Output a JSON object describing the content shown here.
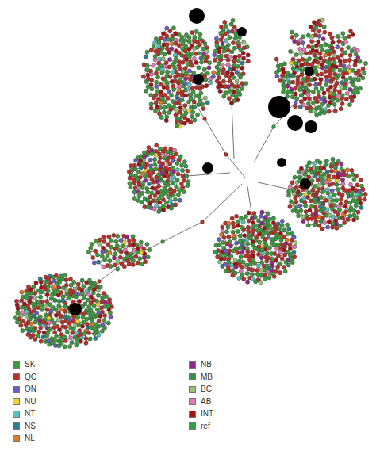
{
  "diagram": {
    "legend": [
      {
        "text": "SK",
        "color": "#3f9a3c"
      },
      {
        "text": "QC",
        "color": "#b8322a"
      },
      {
        "text": "ON",
        "color": "#6a5fc0"
      },
      {
        "text": "NU",
        "color": "#f2d22e"
      },
      {
        "text": "NT",
        "color": "#5cc0c0"
      },
      {
        "text": "NS",
        "color": "#2a7f8f"
      },
      {
        "text": "NL",
        "color": "#e27a26"
      },
      {
        "text": "NB",
        "color": "#8e2a8e"
      },
      {
        "text": "MB",
        "color": "#3a8f4a"
      },
      {
        "text": "BC",
        "color": "#98c47a"
      },
      {
        "text": "AB",
        "color": "#e07ab4"
      },
      {
        "text": "INT",
        "color": "#a51414"
      },
      {
        "text": "ref",
        "color": "#2f9e45"
      }
    ]
  }
}
